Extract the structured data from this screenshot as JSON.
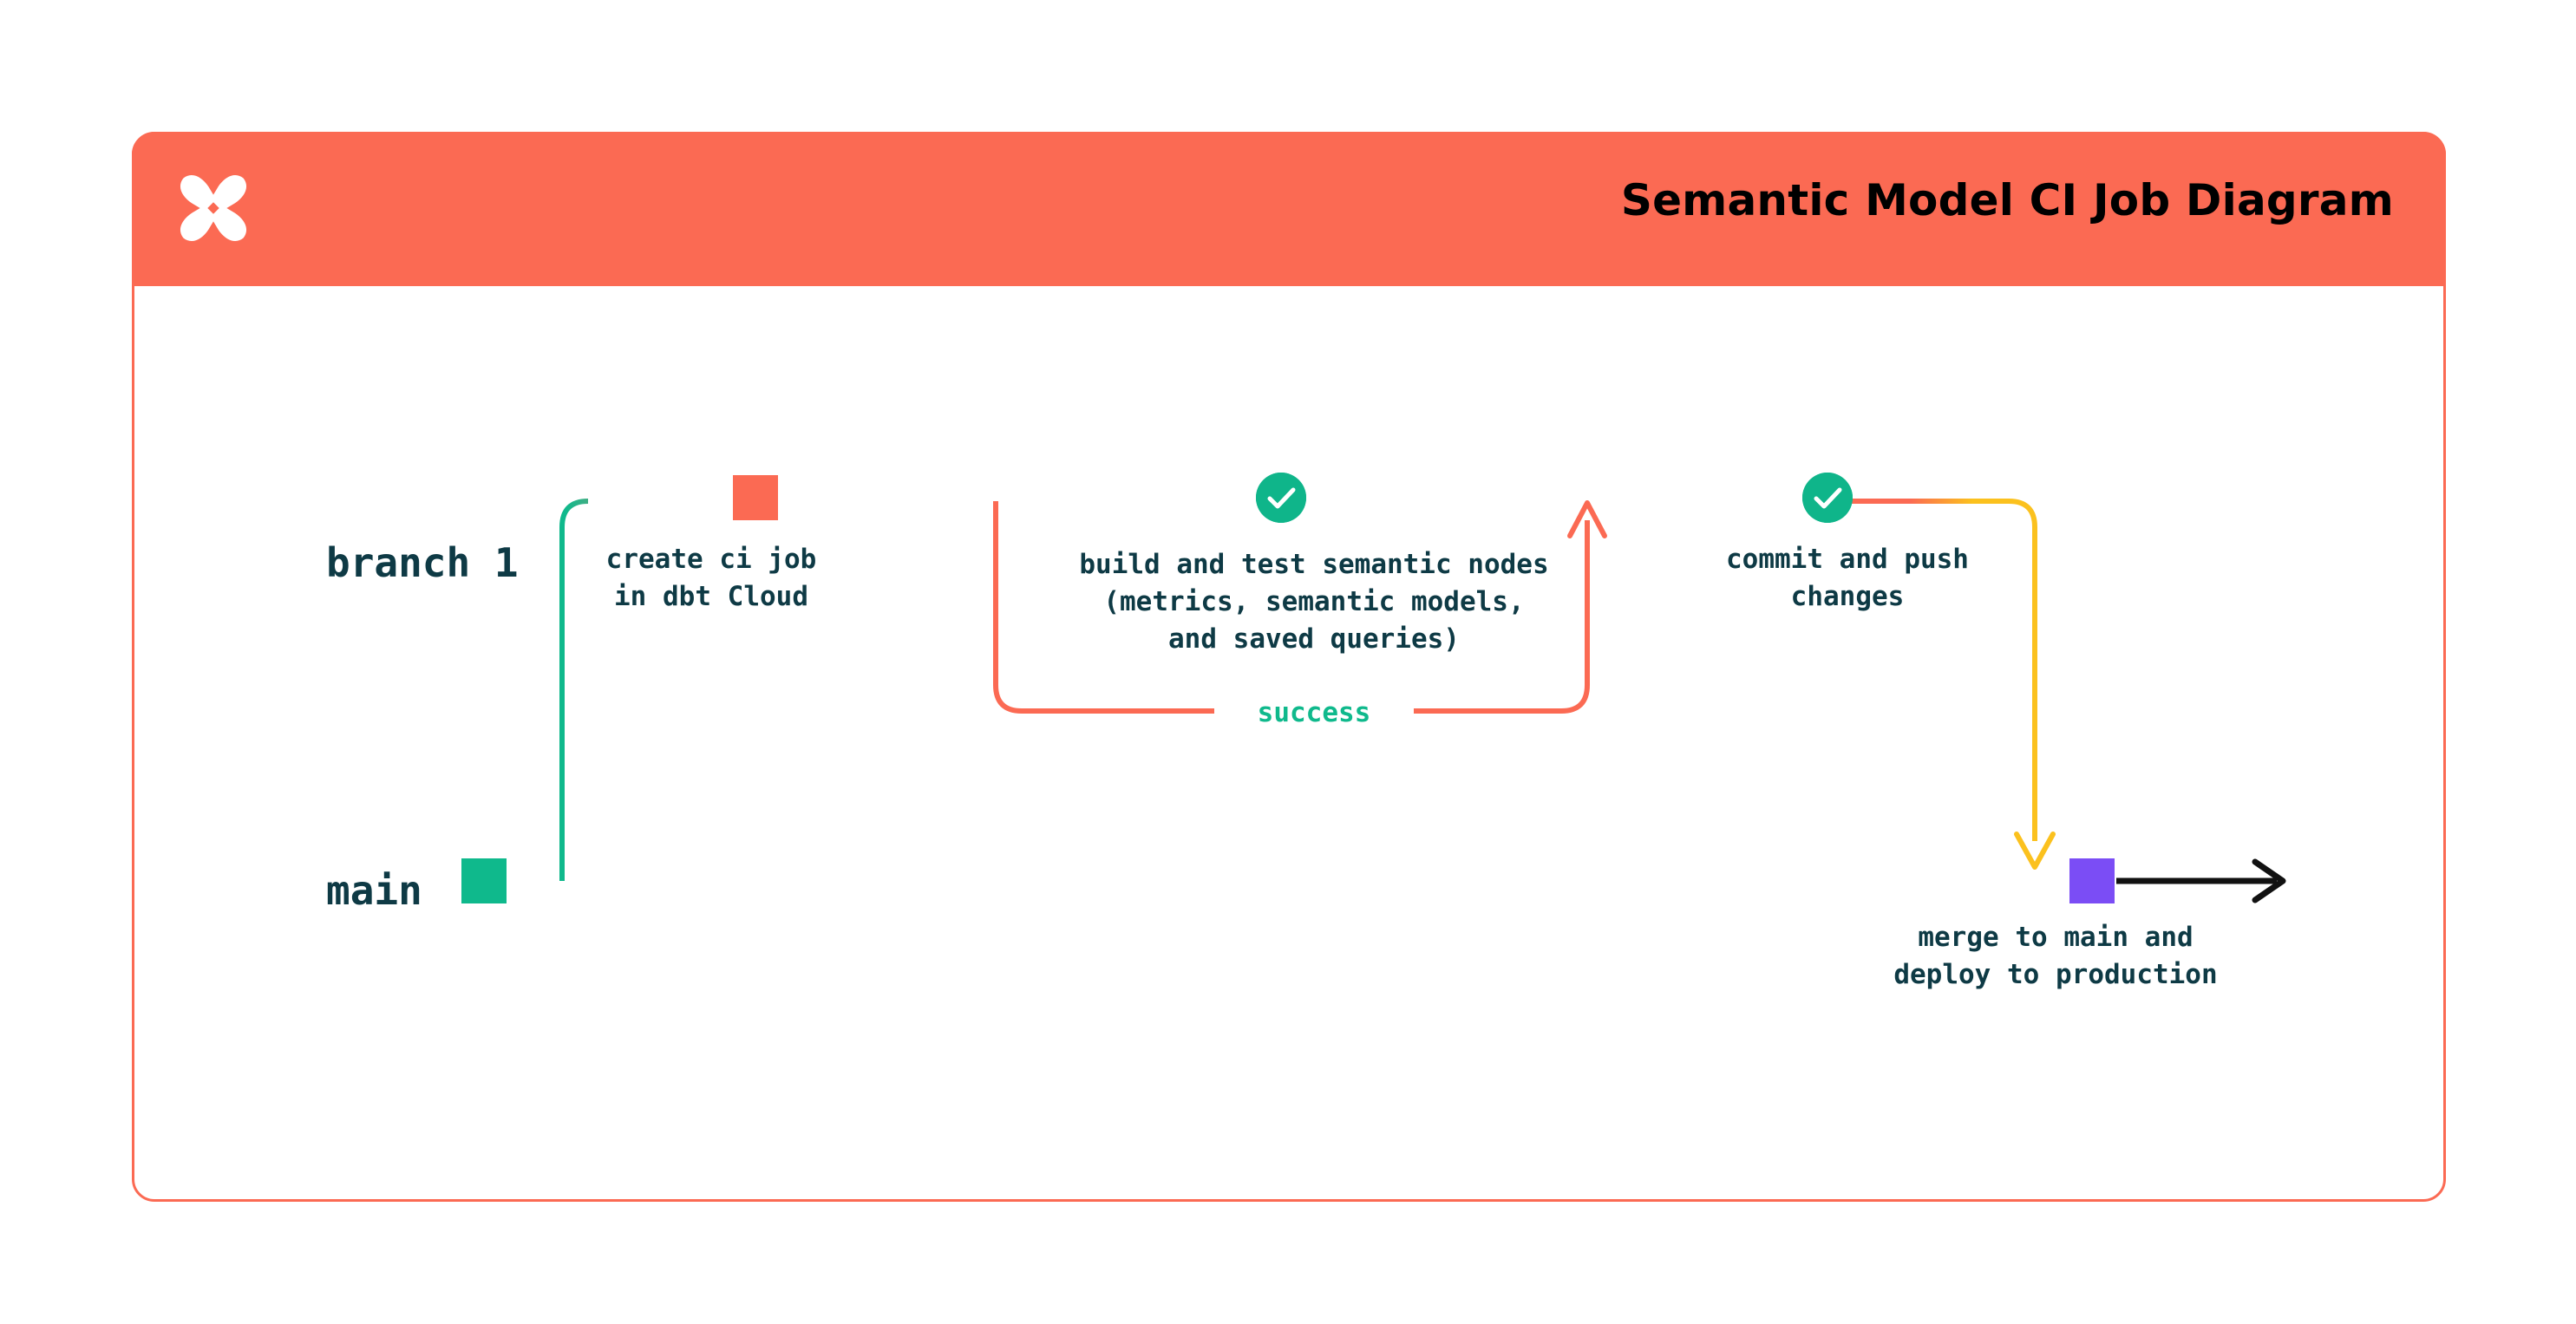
{
  "card": {
    "title": "Semantic Model CI Job Diagram",
    "logo_icon": "dbt-logo-icon",
    "header_color": "#FB6A53",
    "border_color": "#FB6A53"
  },
  "lanes": [
    {
      "id": "branch1",
      "label": "branch 1",
      "color": "#FB6A53"
    },
    {
      "id": "main",
      "label": "main",
      "color": "#0FB98C"
    }
  ],
  "nodes": [
    {
      "id": "create-ci-job",
      "lane": "branch1",
      "marker": "square",
      "marker_color": "#FB6A53",
      "caption": "create ci job\nin dbt Cloud"
    },
    {
      "id": "build-and-test",
      "lane": "branch1",
      "marker": "check-circle",
      "marker_color": "#0FB58A",
      "caption": "build and test semantic nodes\n(metrics, semantic models,\nand saved queries)"
    },
    {
      "id": "commit-and-push",
      "lane": "branch1",
      "marker": "check-circle",
      "marker_color": "#0FB58A",
      "caption": "commit and push\nchanges"
    },
    {
      "id": "merge-to-main",
      "lane": "main",
      "marker": "square",
      "marker_color": "#7B4DF5",
      "caption": "merge to main and\ndeploy to production"
    }
  ],
  "edges": {
    "retry_loop_label": "success",
    "retry_loop_color": "#FB6A53",
    "merge_arrow_color": "#FBC11E",
    "continue_arrow_color": "#111111"
  },
  "colors": {
    "orange": "#FB6A53",
    "green": "#0FB98C",
    "green_dark": "#0FB58A",
    "yellow": "#FBC11E",
    "purple": "#7B4DF5",
    "navy": "#0E3A45",
    "black": "#111111"
  }
}
